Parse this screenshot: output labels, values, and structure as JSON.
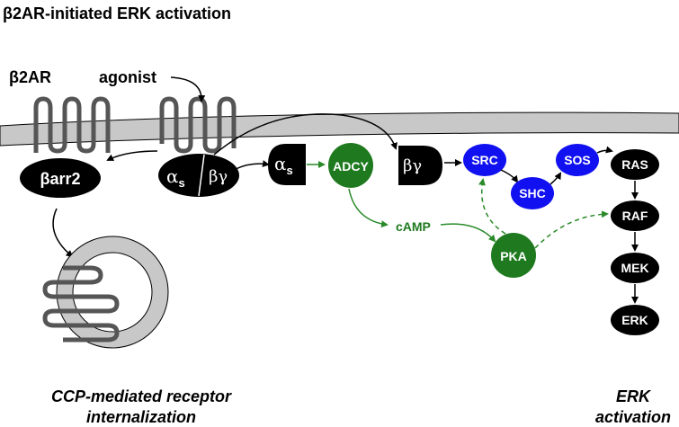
{
  "title": "β2AR-initiated ERK activation",
  "labels": {
    "b2ar": "β2AR",
    "agonist": "agonist",
    "barr2": "βarr2",
    "alpha_s_sym": "α",
    "alpha_s_sub": "s",
    "beta_gamma": "βγ",
    "adcy": "ADCY",
    "camp": "cAMP",
    "pka": "PKA",
    "src": "SRC",
    "shc": "SHC",
    "sos": "SOS",
    "ras": "RAS",
    "raf": "RAF",
    "mek": "MEK",
    "erk": "ERK"
  },
  "captions": {
    "left_line1": "CCP-mediated receptor",
    "left_line2": "internalization",
    "right_line1": "ERK",
    "right_line2": "activation"
  },
  "colors": {
    "black_node": "#000000",
    "green_node": "#1f7a1f",
    "blue_node": "#1010f0",
    "membrane": "#c8c8c8",
    "receptor": "#555555",
    "green_arrow": "#2a8a2a"
  }
}
